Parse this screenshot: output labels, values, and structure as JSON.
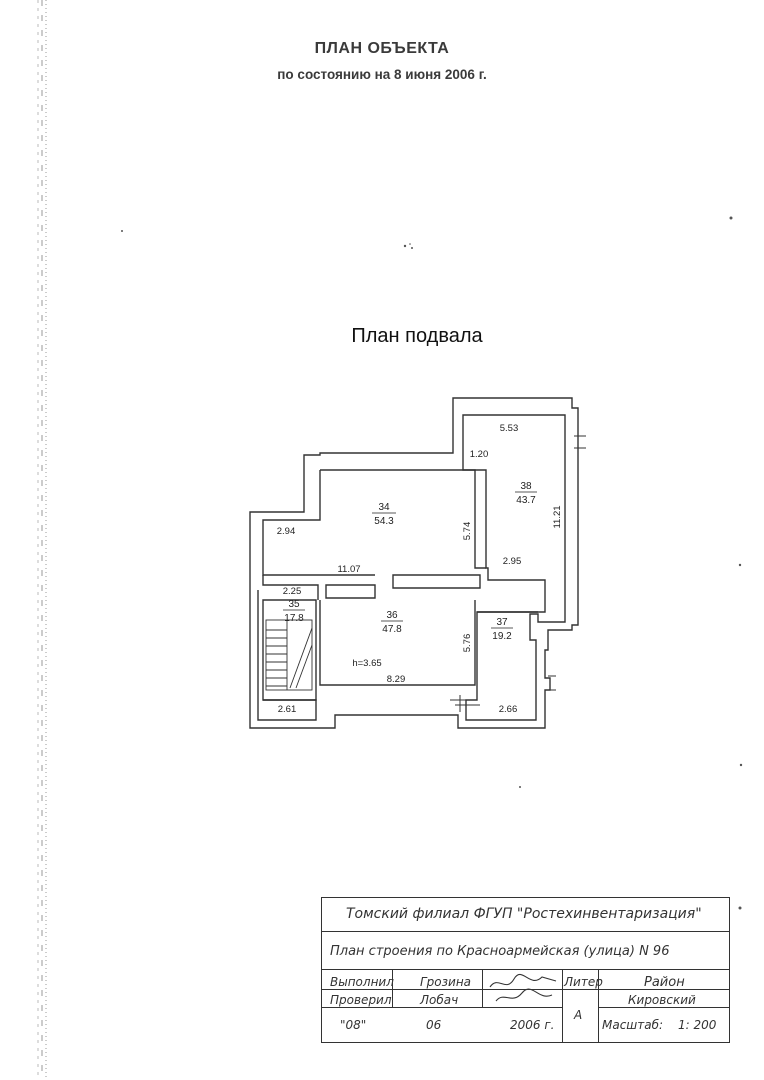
{
  "header": {
    "title": "ПЛАН ОБЪЕКТА",
    "subtitle": "по состоянию на 8 июня 2006 г."
  },
  "plan": {
    "title": "План подвала",
    "rooms": [
      {
        "number": "34",
        "area": "54.3"
      },
      {
        "number": "35",
        "area": "17.8"
      },
      {
        "number": "36",
        "area": "47.8"
      },
      {
        "number": "37",
        "area": "19.2"
      },
      {
        "number": "38",
        "area": "43.7"
      }
    ],
    "dimensions": [
      "5.53",
      "1.20",
      "11.21",
      "2.94",
      "5.74",
      "2.95",
      "11.07",
      "2.25",
      "5.76",
      "8.29",
      "2.61",
      "2.66"
    ],
    "height_note": "h=3.65"
  },
  "stamp": {
    "organization": "Томский филиал ФГУП \"Ростехинвентаризация\"",
    "building": "План строения по Красноармейская (улица) N 96",
    "performed_label": "Выполнил",
    "performed_name": "Грозина",
    "checked_label": "Проверил",
    "checked_name": "Лобач",
    "day": "\"08\"",
    "month": "06",
    "year": "2006 г.",
    "liter_label": "Литер",
    "liter_value": "А",
    "district_label": "Район",
    "district_value": "Кировский",
    "scale_label": "Масштаб:",
    "scale_value": "1: 200"
  }
}
